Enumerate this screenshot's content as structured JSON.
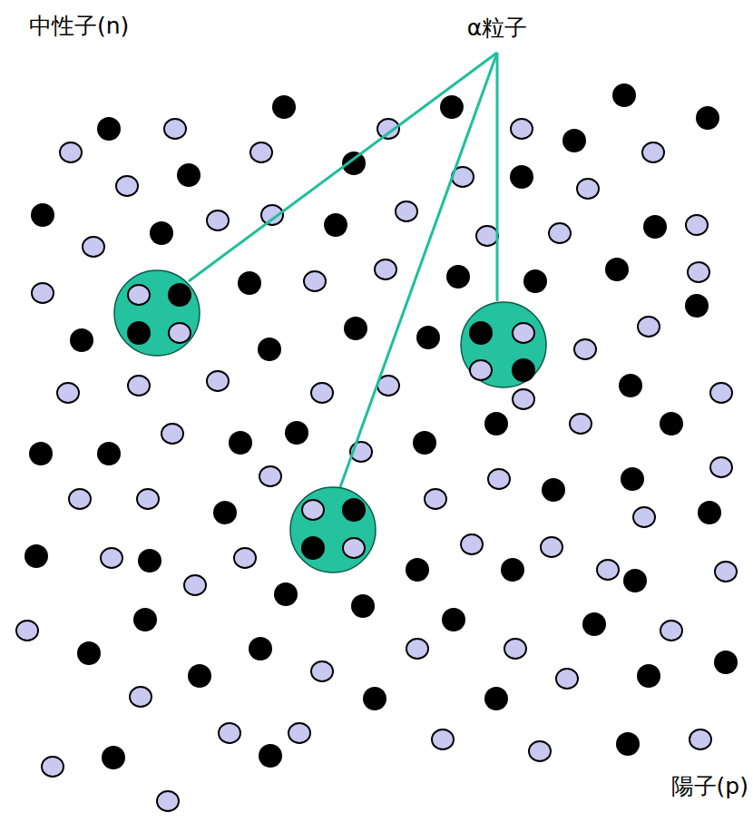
{
  "diagram": {
    "labels": [
      "α粒子",
      "中性子(n)",
      "陽子(p)"
    ]
  }
}
